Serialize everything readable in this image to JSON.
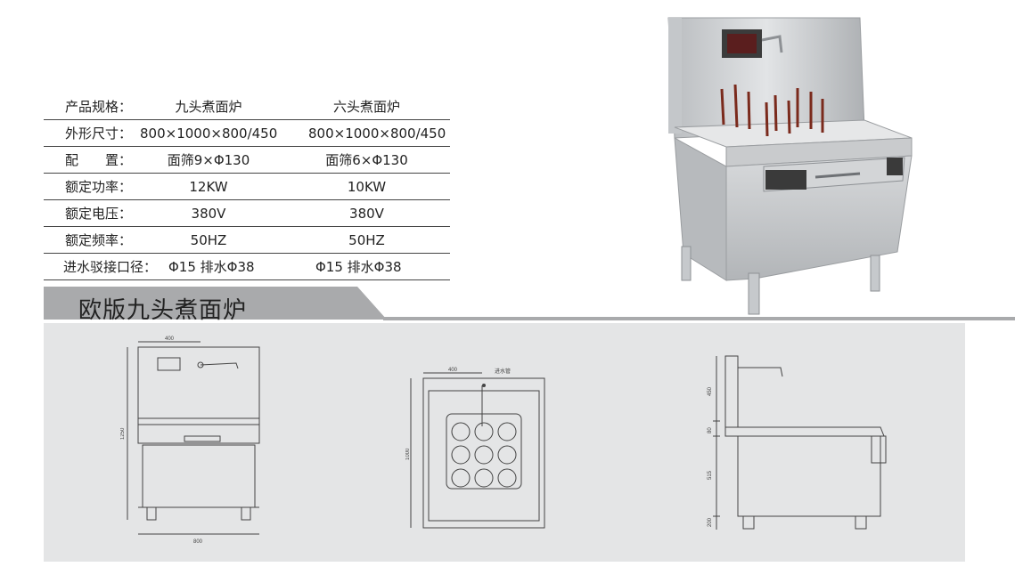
{
  "spec_table": {
    "rows": [
      {
        "label": "产品规格：",
        "col1": "九头煮面炉",
        "col2": "六头煮面炉"
      },
      {
        "label": "外形尺寸：",
        "col1": "800×1000×800/450",
        "col2": "800×1000×800/450"
      },
      {
        "label": "配　　置：",
        "col1": "面筛9×Φ130",
        "col2": "面筛6×Φ130"
      },
      {
        "label": "额定功率：",
        "col1": "12KW",
        "col2": "10KW"
      },
      {
        "label": "额定电压：",
        "col1": "380V",
        "col2": "380V"
      },
      {
        "label": "额定频率：",
        "col1": "50HZ",
        "col2": "50HZ"
      },
      {
        "label": "进水驳接口径：",
        "col1": "Φ15 排水Φ38",
        "col2": "Φ15 排水Φ38"
      }
    ]
  },
  "section_title": "欧版九头煮面炉",
  "drawings": {
    "front": {
      "dim_top": "400",
      "dim_height": "1250",
      "dim_width": "800"
    },
    "top": {
      "dim_top": "400",
      "dim_depth": "1000",
      "water_label": "进水管"
    },
    "side": {
      "dim_upper": "450",
      "dim_step": "80",
      "dim_body": "515",
      "dim_leg": "200"
    }
  },
  "colors": {
    "banner": "#a9aaac",
    "band": "#e4e5e6",
    "steel": "#cfd1d3"
  }
}
